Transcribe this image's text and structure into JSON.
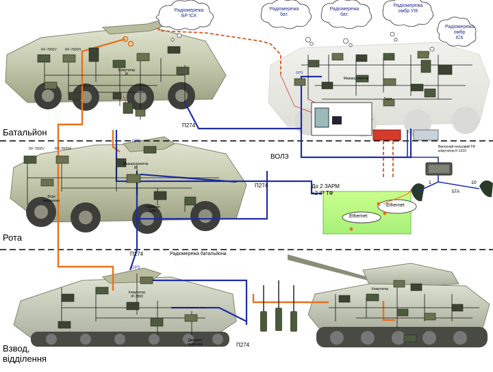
{
  "tiers": {
    "battalion": "Батальйон",
    "company": "Рота",
    "platoon": "Взвод,\nвідділення"
  },
  "clouds": {
    "brigade_radio": "Радіомережа\nБР ІСК",
    "bat1": "Радіомережа\nбат.",
    "bat2": "Радіомережа\nбат.",
    "ombr_uik": "Радіомережа\nомбр УІК",
    "ombr_isk": "Радіомережа\nомбр\nІСК"
  },
  "links": {
    "p274_a": "П274",
    "p274_b": "П274",
    "p274_c": "П274",
    "p274_d": "П274",
    "vols": "ВОЛЗ",
    "arm": "До 2 ЗАРМ\n+2 IP ТФ",
    "bat_radio_net": "Радіомережа батальйона",
    "ethernet_1": "Ethernet",
    "ethernet_2": "Ethernet",
    "remote": "Виносний польовий ТФ\nкомутатор К-1210",
    "btr_label": "БТА",
    "num_1": "1",
    "num_10": "10"
  },
  "equipment": {
    "gps": "GPS",
    "gps2": "GPS",
    "gps3": "GPS",
    "r1": "RF-7800V",
    "r2": "RF-7800H",
    "r3": "RF-7800V",
    "r4": "RF-7800M",
    "dev1": "Комутатор\nIP",
    "dev2": "Маршрутизатор\nIP",
    "dev3": "Термінал\nКЗМ",
    "dev4": "Комутатор\nIP-7800",
    "dev5": "Блок\nкерування",
    "dev6": "Маршрутизатор",
    "dev7": "Терм.",
    "dev8": "Комутатор",
    "dev9": "Джерело\nживлення"
  }
}
